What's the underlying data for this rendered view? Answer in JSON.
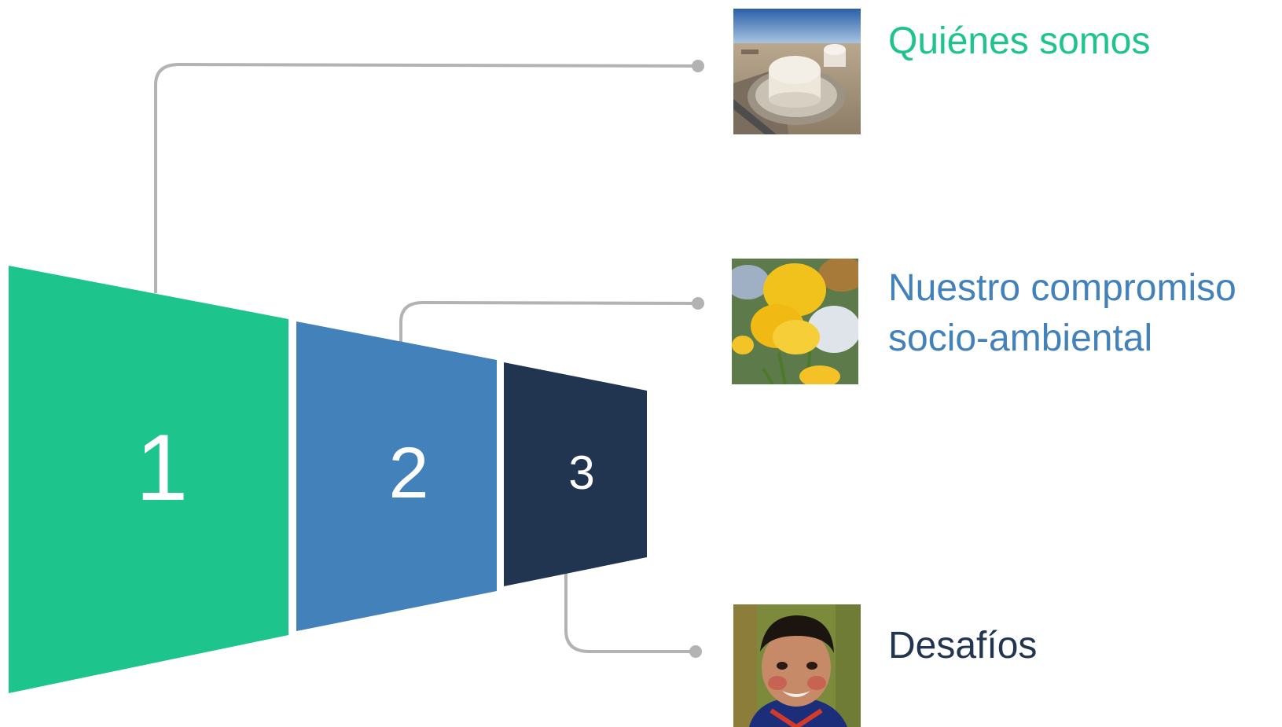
{
  "colors": {
    "section1": "#1dc48c",
    "section2": "#4281b9",
    "section3": "#223550",
    "connector": "#b3b3b3",
    "segment_number_text": "#ffffff"
  },
  "segments": [
    {
      "number": "1"
    },
    {
      "number": "2"
    },
    {
      "number": "3"
    }
  ],
  "sections": [
    {
      "title": "Quiénes somos",
      "image_icon": "lng-storage-tank-photo"
    },
    {
      "title_line1": "Nuestro compromiso",
      "title_line2": "socio-ambiental",
      "image_icon": "yellow-flowers-photo"
    },
    {
      "title": "Desafíos",
      "image_icon": "smiling-child-photo"
    }
  ]
}
